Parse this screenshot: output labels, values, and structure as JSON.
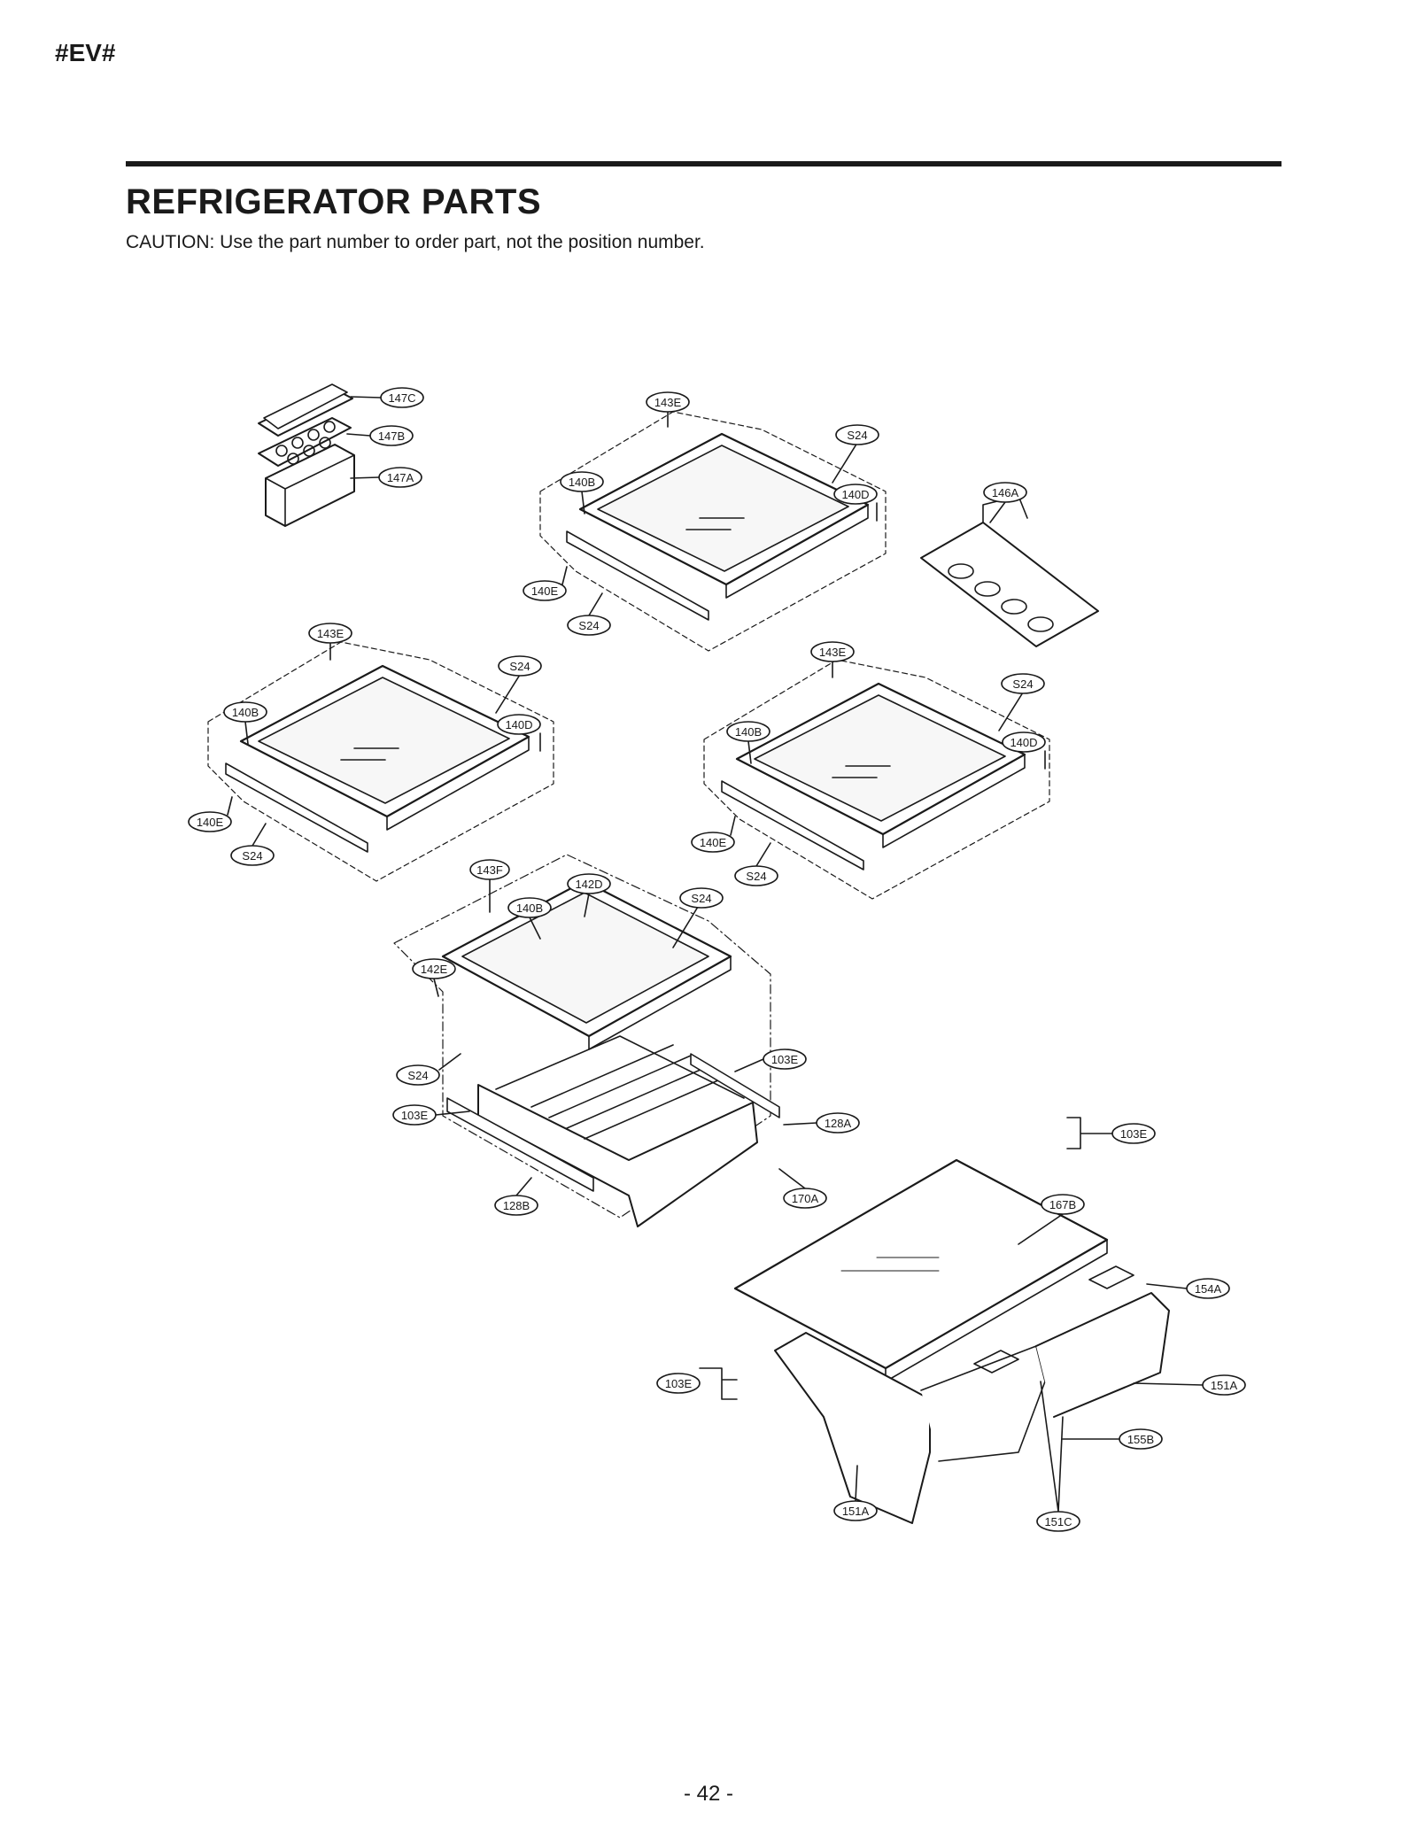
{
  "header": {
    "code": "#EV#"
  },
  "title": "REFRIGERATOR PARTS",
  "caution": "CAUTION: Use the part number to order part, not the position number.",
  "page_number": "- 42 -",
  "callouts": [
    {
      "id": "c1",
      "text": "147C"
    },
    {
      "id": "c2",
      "text": "147B"
    },
    {
      "id": "c3",
      "text": "147A"
    },
    {
      "id": "c4",
      "text": "143E"
    },
    {
      "id": "c5",
      "text": "S24"
    },
    {
      "id": "c6",
      "text": "140B"
    },
    {
      "id": "c7",
      "text": "140D"
    },
    {
      "id": "c8",
      "text": "146A"
    },
    {
      "id": "c9",
      "text": "140E"
    },
    {
      "id": "c10",
      "text": "S24"
    },
    {
      "id": "c11",
      "text": "143E"
    },
    {
      "id": "c12",
      "text": "S24"
    },
    {
      "id": "c13",
      "text": "140B"
    },
    {
      "id": "c14",
      "text": "140D"
    },
    {
      "id": "c15",
      "text": "140E"
    },
    {
      "id": "c16",
      "text": "S24"
    },
    {
      "id": "c17",
      "text": "143E"
    },
    {
      "id": "c18",
      "text": "S24"
    },
    {
      "id": "c19",
      "text": "140B"
    },
    {
      "id": "c20",
      "text": "140D"
    },
    {
      "id": "c21",
      "text": "140E"
    },
    {
      "id": "c22",
      "text": "S24"
    },
    {
      "id": "c23",
      "text": "143F"
    },
    {
      "id": "c24",
      "text": "142D"
    },
    {
      "id": "c25",
      "text": "S24"
    },
    {
      "id": "c26",
      "text": "140B"
    },
    {
      "id": "c27",
      "text": "142E"
    },
    {
      "id": "c28",
      "text": "103E"
    },
    {
      "id": "c29",
      "text": "S24"
    },
    {
      "id": "c30",
      "text": "103E"
    },
    {
      "id": "c31",
      "text": "128A"
    },
    {
      "id": "c32",
      "text": "103E"
    },
    {
      "id": "c33",
      "text": "170A"
    },
    {
      "id": "c34",
      "text": "128B"
    },
    {
      "id": "c35",
      "text": "167B"
    },
    {
      "id": "c36",
      "text": "154A"
    },
    {
      "id": "c37",
      "text": "103E"
    },
    {
      "id": "c38",
      "text": "151A"
    },
    {
      "id": "c39",
      "text": "155B"
    },
    {
      "id": "c40",
      "text": "151A"
    },
    {
      "id": "c41",
      "text": "151C"
    }
  ]
}
